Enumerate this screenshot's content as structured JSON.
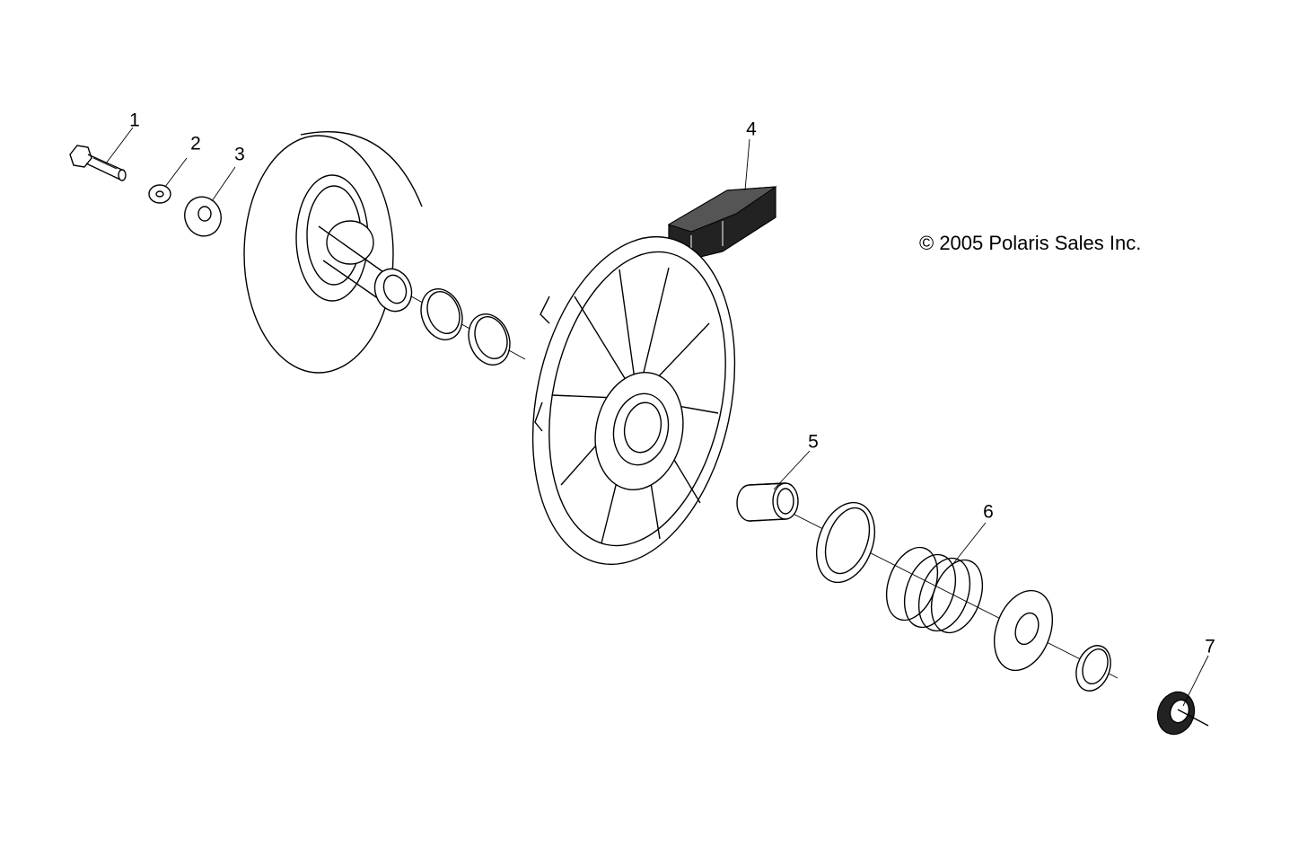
{
  "copyright": "© 2005 Polaris Sales Inc.",
  "callouts": [
    {
      "id": "1",
      "label": "1"
    },
    {
      "id": "2",
      "label": "2"
    },
    {
      "id": "3",
      "label": "3"
    },
    {
      "id": "4",
      "label": "4"
    },
    {
      "id": "5",
      "label": "5"
    },
    {
      "id": "6",
      "label": "6"
    },
    {
      "id": "7",
      "label": "7"
    }
  ]
}
